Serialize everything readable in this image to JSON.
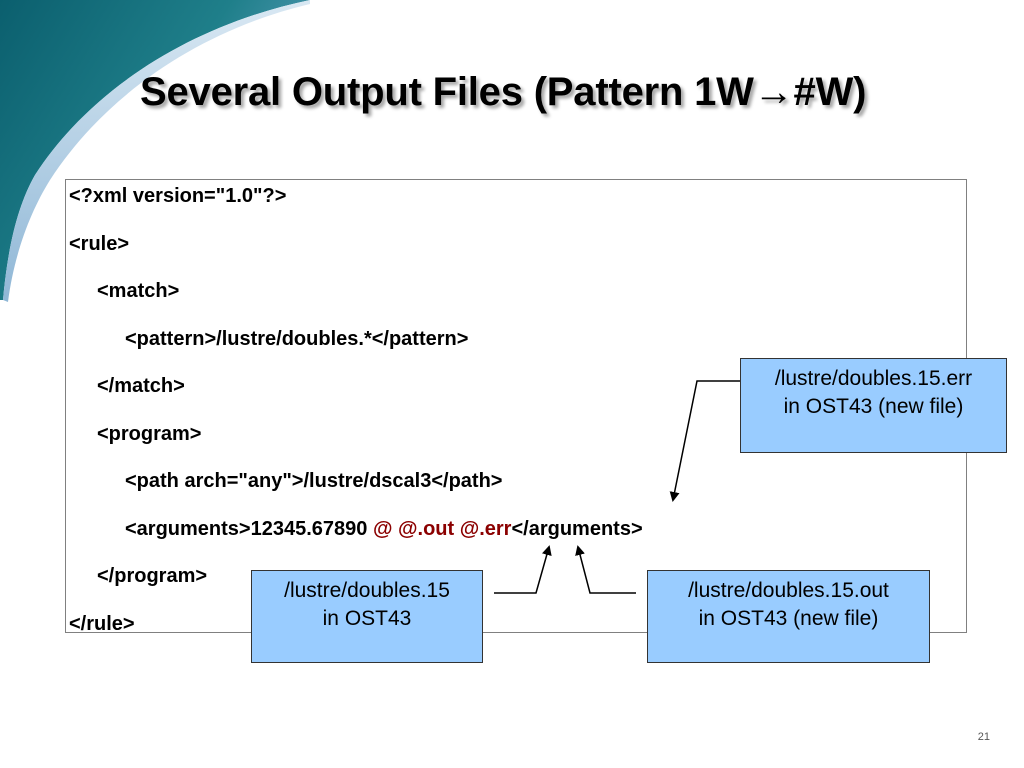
{
  "slide": {
    "title": "Several Output Files (Pattern 1W→#W)",
    "page_number": "21"
  },
  "code": {
    "lines": [
      "<?xml version=\"1.0\"?>",
      "<rule>",
      "<match>",
      "<pattern>/lustre/doubles.*</pattern>",
      "</match>",
      "<program>",
      "<path arch=\"any\">/lustre/dscal3</path>",
      "<arguments>12345.67890 ",
      "</program>",
      "</rule>"
    ],
    "args_highlight": "@ @.out @.err",
    "args_close": "</arguments>"
  },
  "callouts": {
    "err": {
      "line1": "/lustre/doubles.15.err",
      "line2": "in OST43 (new file)"
    },
    "input": {
      "line1": "/lustre/doubles.15",
      "line2": "in OST43"
    },
    "out": {
      "line1": "/lustre/doubles.15.out",
      "line2": "in OST43 (new file)"
    }
  },
  "colors": {
    "callout_fill": "#99ccff",
    "highlight": "#8b0000",
    "swoosh_dark": "#0b5f6e",
    "swoosh_light": "#9fc3e0"
  }
}
